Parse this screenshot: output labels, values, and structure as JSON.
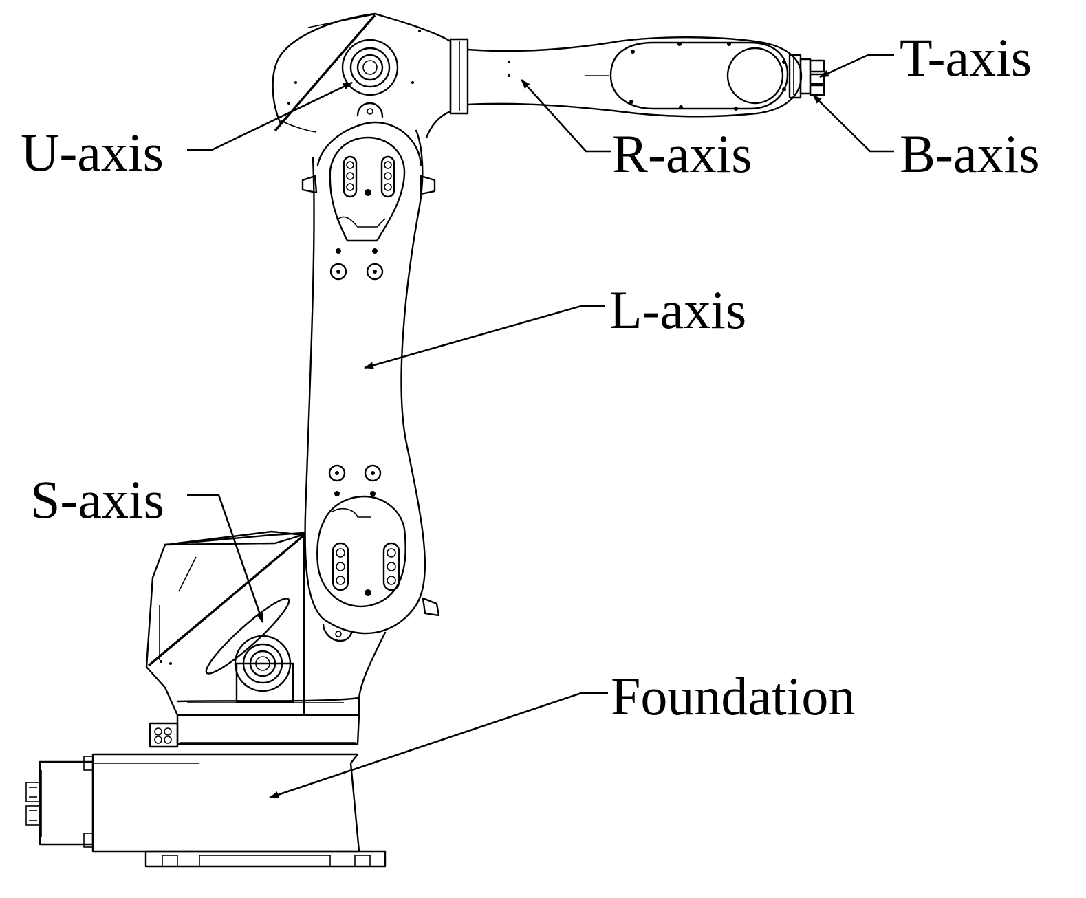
{
  "labels": {
    "t_axis": "T-axis",
    "b_axis": "B-axis",
    "u_axis": "U-axis",
    "r_axis": "R-axis",
    "l_axis": "L-axis",
    "s_axis": "S-axis",
    "foundation": "Foundation"
  }
}
